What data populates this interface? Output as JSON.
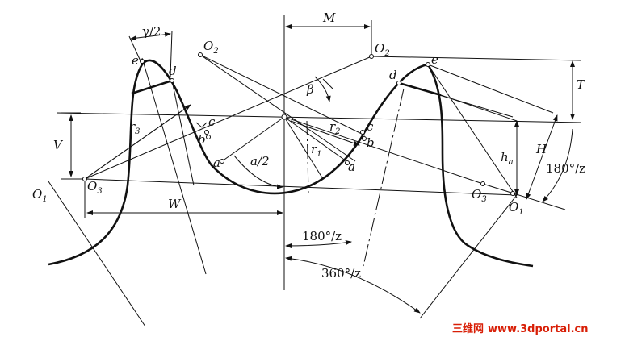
{
  "labels": {
    "M": "M",
    "gamma_half": "γ/2",
    "O2_left": "O",
    "O2_left_sub": "2",
    "O2_right": "O",
    "O2_right_sub": "2",
    "e_left": "e",
    "d_left": "d",
    "c_left": "c",
    "b_left": "b",
    "a_left": "a",
    "a_center": "a",
    "a_half": "a/2",
    "r3": "r",
    "r3_sub": "3",
    "r2": "r",
    "r2_sub": "2",
    "r1": "r",
    "r1_sub": "1",
    "beta": "β",
    "V": "V",
    "W": "W",
    "O1_left": "O",
    "O1_left_sub": "1",
    "O3_left": "O",
    "O3_left_sub": "3",
    "e_right": "e",
    "d_right": "d",
    "c_right": "c",
    "b_right": "b",
    "T": "T",
    "H": "H",
    "ha": "h",
    "ha_sub": "a",
    "angle_180_right": "180°/z",
    "O3_right": "O",
    "O3_right_sub": "3",
    "O1_right": "O",
    "O1_right_sub": "1",
    "angle_180_center": "180°/z",
    "angle_360": "360°/z"
  },
  "watermark": {
    "cn_text": "三维网",
    "url_text": "www.3dportal.cn",
    "cn_color": "#d81e06",
    "url_color": "#d81e06"
  }
}
